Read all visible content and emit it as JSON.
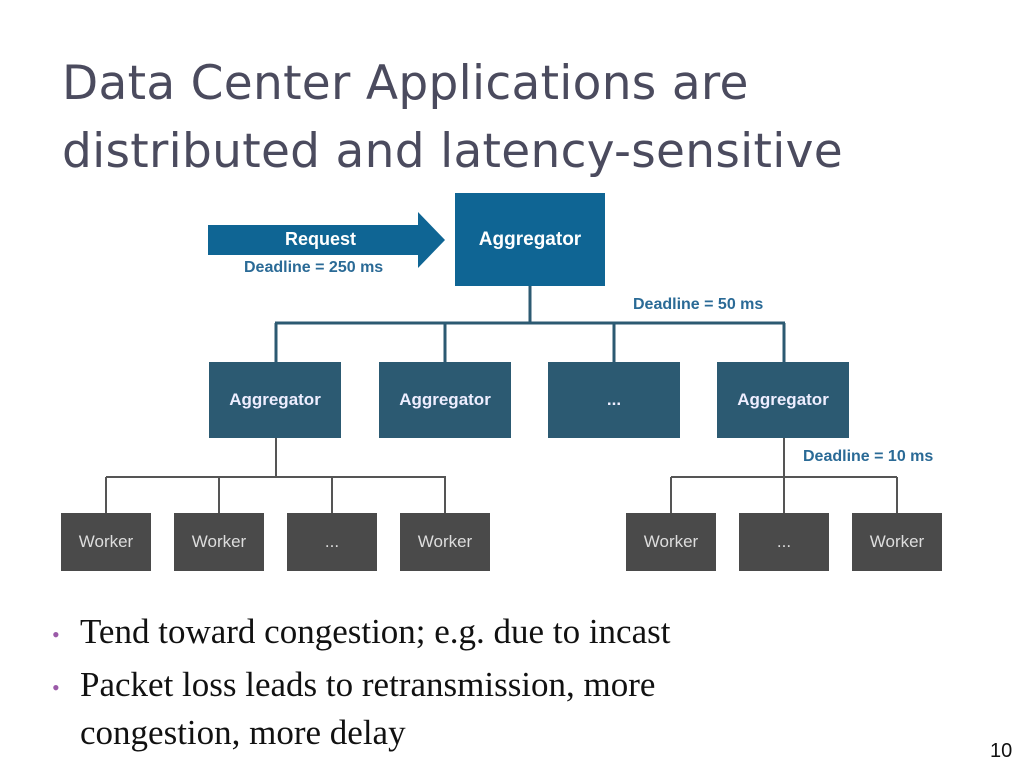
{
  "title": {
    "line1": "Data Center Applications are",
    "line2": "distributed and latency-sensitive"
  },
  "diagram": {
    "request_label": "Request",
    "request_deadline": "Deadline = 250 ms",
    "root": "Aggregator",
    "deadline_mid": "Deadline = 50 ms",
    "deadline_worker": "Deadline = 10 ms",
    "mid": [
      "Aggregator",
      "Aggregator",
      "...",
      "Aggregator"
    ],
    "workers_left": [
      "Worker",
      "Worker",
      "...",
      "Worker"
    ],
    "workers_right": [
      "Worker",
      "...",
      "Worker"
    ]
  },
  "bullets": [
    "Tend toward congestion; e.g. due to incast",
    "Packet loss leads to retransmission, more",
    "congestion, more delay"
  ],
  "page_number": "10"
}
